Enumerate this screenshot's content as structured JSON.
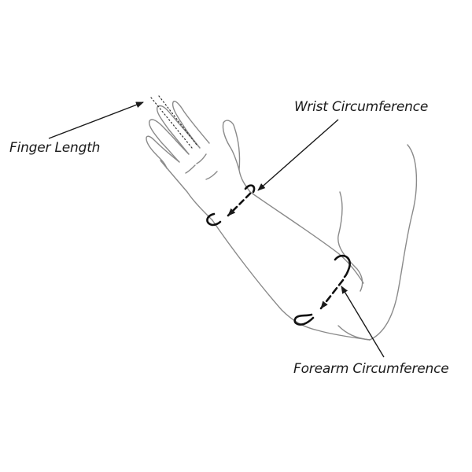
{
  "labels": {
    "finger_length": "Finger Length",
    "wrist_circumference": "Wrist Circumference",
    "forearm_circumference": "Forearm Circumference"
  },
  "colors": {
    "line": "#8a8a8a",
    "ink": "#1a1a1a",
    "background": "#ffffff"
  }
}
